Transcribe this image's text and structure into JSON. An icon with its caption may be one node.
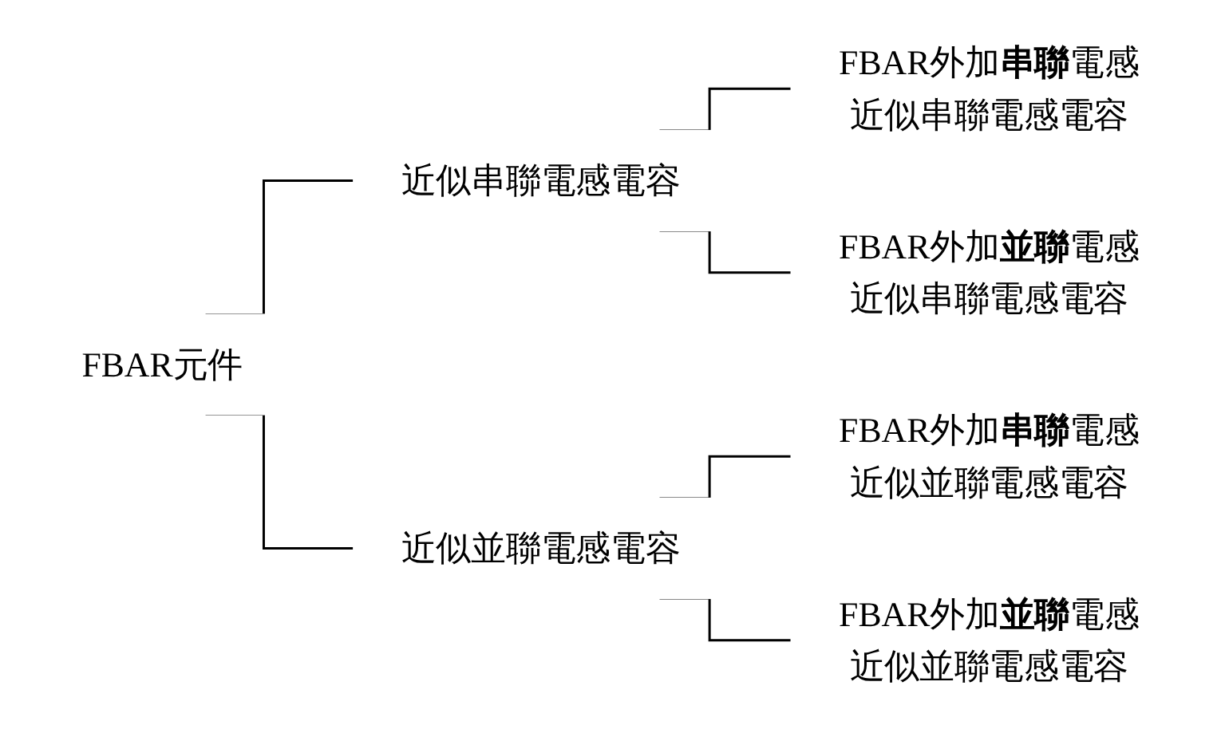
{
  "diagram": {
    "nodes": [
      {
        "text": [
          "FBAR元件"
        ]
      },
      {
        "text": [
          "近似串聯電感電容"
        ]
      },
      {
        "text": [
          "FBAR外加**串聯**電感",
          "近似串聯電感電容"
        ]
      },
      {
        "text": [
          "FBAR外加**並聯**電感",
          "近似串聯電感電容"
        ]
      },
      {
        "text": [
          "近似並聯電感電容"
        ]
      },
      {
        "text": [
          "FBAR外加**串聯**電感",
          "近似並聯電感電容"
        ]
      },
      {
        "text": [
          "FBAR外加**並聯**電感",
          "近似並聯電感電容"
        ]
      }
    ],
    "edges": [
      {
        "from": 0,
        "to": 1,
        "arrow": "none"
      },
      {
        "from": 1,
        "to": 2,
        "arrow": "none"
      },
      {
        "from": 1,
        "to": 3,
        "arrow": "none"
      },
      {
        "from": 0,
        "to": 4,
        "arrow": "none"
      },
      {
        "from": 4,
        "to": 5,
        "arrow": "none"
      },
      {
        "from": 4,
        "to": 6,
        "arrow": "none"
      }
    ]
  }
}
